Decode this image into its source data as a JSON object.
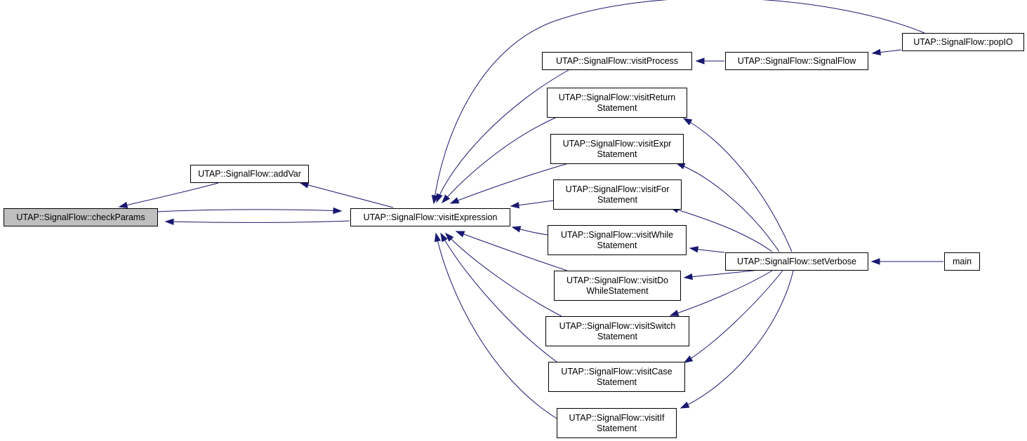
{
  "colors": {
    "edge": "#191970",
    "node_border": "#000000",
    "node_fill": "#ffffff",
    "highlight_fill": "#bfbfbf"
  },
  "nodes": [
    {
      "id": "checkParams",
      "lines": [
        "UTAP::SignalFlow::checkParams"
      ],
      "highlight": true
    },
    {
      "id": "addVar",
      "lines": [
        "UTAP::SignalFlow::addVar"
      ]
    },
    {
      "id": "visitExpression",
      "lines": [
        "UTAP::SignalFlow::visitExpression"
      ]
    },
    {
      "id": "visitProcess",
      "lines": [
        "UTAP::SignalFlow::visitProcess"
      ]
    },
    {
      "id": "visitReturnStatement",
      "lines": [
        "UTAP::SignalFlow::visitReturn",
        "Statement"
      ]
    },
    {
      "id": "visitExprStatement",
      "lines": [
        "UTAP::SignalFlow::visitExpr",
        "Statement"
      ]
    },
    {
      "id": "visitForStatement",
      "lines": [
        "UTAP::SignalFlow::visitFor",
        "Statement"
      ]
    },
    {
      "id": "visitWhileStatement",
      "lines": [
        "UTAP::SignalFlow::visitWhile",
        "Statement"
      ]
    },
    {
      "id": "visitDoWhileStatement",
      "lines": [
        "UTAP::SignalFlow::visitDo",
        "WhileStatement"
      ]
    },
    {
      "id": "visitSwitchStatement",
      "lines": [
        "UTAP::SignalFlow::visitSwitch",
        "Statement"
      ]
    },
    {
      "id": "visitCaseStatement",
      "lines": [
        "UTAP::SignalFlow::visitCase",
        "Statement"
      ]
    },
    {
      "id": "visitIfStatement",
      "lines": [
        "UTAP::SignalFlow::visitIf",
        "Statement"
      ]
    },
    {
      "id": "SignalFlow",
      "lines": [
        "UTAP::SignalFlow::SignalFlow"
      ]
    },
    {
      "id": "setVerbose",
      "lines": [
        "UTAP::SignalFlow::setVerbose"
      ]
    },
    {
      "id": "popIO",
      "lines": [
        "UTAP::SignalFlow::popIO"
      ]
    },
    {
      "id": "main",
      "lines": [
        "main"
      ]
    }
  ],
  "edges": [
    {
      "from": "addVar",
      "to": "checkParams"
    },
    {
      "from": "visitExpression",
      "to": "checkParams"
    },
    {
      "from": "checkParams",
      "to": "visitExpression"
    },
    {
      "from": "visitExpression",
      "to": "addVar"
    },
    {
      "from": "popIO",
      "to": "visitExpression"
    },
    {
      "from": "visitProcess",
      "to": "visitExpression"
    },
    {
      "from": "visitReturnStatement",
      "to": "visitExpression"
    },
    {
      "from": "visitExprStatement",
      "to": "visitExpression"
    },
    {
      "from": "visitForStatement",
      "to": "visitExpression"
    },
    {
      "from": "visitWhileStatement",
      "to": "visitExpression"
    },
    {
      "from": "visitDoWhileStatement",
      "to": "visitExpression"
    },
    {
      "from": "visitSwitchStatement",
      "to": "visitExpression"
    },
    {
      "from": "visitCaseStatement",
      "to": "visitExpression"
    },
    {
      "from": "visitIfStatement",
      "to": "visitExpression"
    },
    {
      "from": "SignalFlow",
      "to": "visitProcess"
    },
    {
      "from": "popIO",
      "to": "SignalFlow"
    },
    {
      "from": "setVerbose",
      "to": "visitReturnStatement"
    },
    {
      "from": "setVerbose",
      "to": "visitExprStatement"
    },
    {
      "from": "setVerbose",
      "to": "visitForStatement"
    },
    {
      "from": "setVerbose",
      "to": "visitWhileStatement"
    },
    {
      "from": "setVerbose",
      "to": "visitDoWhileStatement"
    },
    {
      "from": "setVerbose",
      "to": "visitSwitchStatement"
    },
    {
      "from": "setVerbose",
      "to": "visitCaseStatement"
    },
    {
      "from": "setVerbose",
      "to": "visitIfStatement"
    },
    {
      "from": "main",
      "to": "setVerbose"
    }
  ]
}
